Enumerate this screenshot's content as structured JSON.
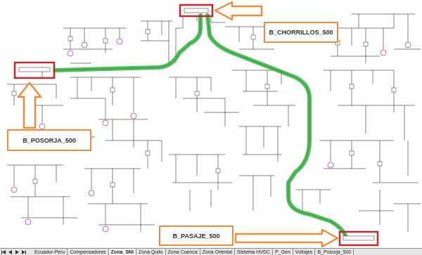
{
  "diagram": {
    "nodes": [
      {
        "text": [
          "B_CHORRILLOS_500"
        ]
      },
      {
        "text": [
          "B_POSORJA_500"
        ]
      },
      {
        "text": [
          "B_PASAJE_500"
        ]
      }
    ],
    "labels": [
      "Ecuador-Peru",
      "Compensadores",
      "Zona_SNI",
      "Zona Quito",
      "Zona Cuenca",
      "Zona Oriental",
      "Sistema HVDC",
      "P_Gen",
      "Voltajes",
      "B_Posorja_500"
    ]
  }
}
